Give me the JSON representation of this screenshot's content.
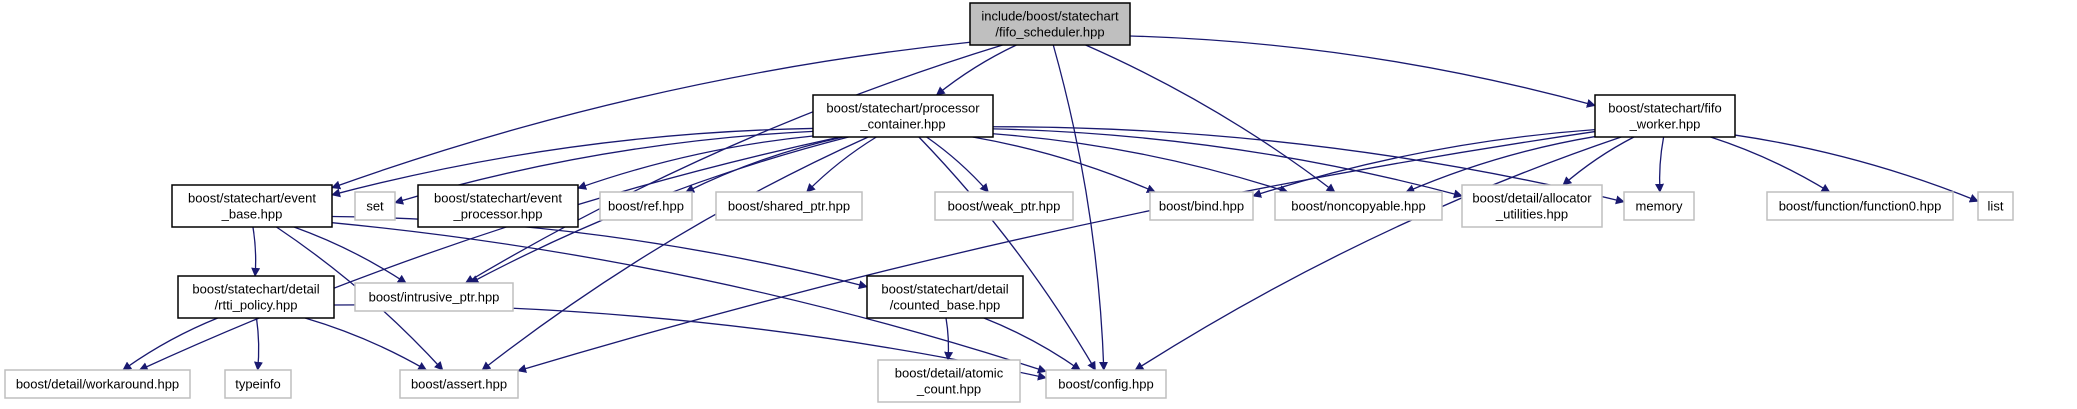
{
  "colors": {
    "edge": "#191970",
    "node_border_internal": "#000000",
    "node_border_external": "#bfbfbf",
    "root_fill": "#bfbfbf",
    "node_fill": "#ffffff"
  },
  "nodes": [
    {
      "id": "root",
      "lines": [
        "include/boost/statechart",
        "/fifo_scheduler.hpp"
      ],
      "kind": "root"
    },
    {
      "id": "processor_container",
      "lines": [
        "boost/statechart/processor",
        "_container.hpp"
      ],
      "kind": "internal"
    },
    {
      "id": "fifo_worker",
      "lines": [
        "boost/statechart/fifo",
        "_worker.hpp"
      ],
      "kind": "internal"
    },
    {
      "id": "event_base",
      "lines": [
        "boost/statechart/event",
        "_base.hpp"
      ],
      "kind": "internal"
    },
    {
      "id": "set",
      "lines": [
        "set"
      ],
      "kind": "external"
    },
    {
      "id": "event_processor",
      "lines": [
        "boost/statechart/event",
        "_processor.hpp"
      ],
      "kind": "internal"
    },
    {
      "id": "ref",
      "lines": [
        "boost/ref.hpp"
      ],
      "kind": "external"
    },
    {
      "id": "shared_ptr",
      "lines": [
        "boost/shared_ptr.hpp"
      ],
      "kind": "external"
    },
    {
      "id": "weak_ptr",
      "lines": [
        "boost/weak_ptr.hpp"
      ],
      "kind": "external"
    },
    {
      "id": "bind",
      "lines": [
        "boost/bind.hpp"
      ],
      "kind": "external"
    },
    {
      "id": "noncopyable",
      "lines": [
        "boost/noncopyable.hpp"
      ],
      "kind": "external"
    },
    {
      "id": "allocator_utilities",
      "lines": [
        "boost/detail/allocator",
        "_utilities.hpp"
      ],
      "kind": "external"
    },
    {
      "id": "memory",
      "lines": [
        "memory"
      ],
      "kind": "external"
    },
    {
      "id": "function0",
      "lines": [
        "boost/function/function0.hpp"
      ],
      "kind": "external"
    },
    {
      "id": "list",
      "lines": [
        "list"
      ],
      "kind": "external"
    },
    {
      "id": "rtti_policy",
      "lines": [
        "boost/statechart/detail",
        "/rtti_policy.hpp"
      ],
      "kind": "internal"
    },
    {
      "id": "intrusive_ptr",
      "lines": [
        "boost/intrusive_ptr.hpp"
      ],
      "kind": "external"
    },
    {
      "id": "counted_base",
      "lines": [
        "boost/statechart/detail",
        "/counted_base.hpp"
      ],
      "kind": "internal"
    },
    {
      "id": "workaround",
      "lines": [
        "boost/detail/workaround.hpp"
      ],
      "kind": "external"
    },
    {
      "id": "typeinfo",
      "lines": [
        "typeinfo"
      ],
      "kind": "external"
    },
    {
      "id": "assert",
      "lines": [
        "boost/assert.hpp"
      ],
      "kind": "external"
    },
    {
      "id": "atomic_count",
      "lines": [
        "boost/detail/atomic",
        "_count.hpp"
      ],
      "kind": "external"
    },
    {
      "id": "config",
      "lines": [
        "boost/config.hpp"
      ],
      "kind": "external"
    }
  ],
  "edges": [
    [
      "root",
      "processor_container"
    ],
    [
      "root",
      "fifo_worker"
    ],
    [
      "root",
      "event_base"
    ],
    [
      "root",
      "intrusive_ptr"
    ],
    [
      "root",
      "noncopyable"
    ],
    [
      "root",
      "config"
    ],
    [
      "processor_container",
      "event_base"
    ],
    [
      "processor_container",
      "set"
    ],
    [
      "processor_container",
      "event_processor"
    ],
    [
      "processor_container",
      "ref"
    ],
    [
      "processor_container",
      "shared_ptr"
    ],
    [
      "processor_container",
      "weak_ptr"
    ],
    [
      "processor_container",
      "bind"
    ],
    [
      "processor_container",
      "noncopyable"
    ],
    [
      "processor_container",
      "allocator_utilities"
    ],
    [
      "processor_container",
      "memory"
    ],
    [
      "processor_container",
      "intrusive_ptr"
    ],
    [
      "processor_container",
      "workaround"
    ],
    [
      "processor_container",
      "assert"
    ],
    [
      "processor_container",
      "config"
    ],
    [
      "fifo_worker",
      "bind"
    ],
    [
      "fifo_worker",
      "noncopyable"
    ],
    [
      "fifo_worker",
      "allocator_utilities"
    ],
    [
      "fifo_worker",
      "memory"
    ],
    [
      "fifo_worker",
      "function0"
    ],
    [
      "fifo_worker",
      "list"
    ],
    [
      "fifo_worker",
      "assert"
    ],
    [
      "fifo_worker",
      "config"
    ],
    [
      "event_base",
      "rtti_policy"
    ],
    [
      "event_base",
      "intrusive_ptr"
    ],
    [
      "event_base",
      "counted_base"
    ],
    [
      "event_base",
      "assert"
    ],
    [
      "event_base",
      "config"
    ],
    [
      "rtti_policy",
      "workaround"
    ],
    [
      "rtti_policy",
      "typeinfo"
    ],
    [
      "rtti_policy",
      "assert"
    ],
    [
      "rtti_policy",
      "config"
    ],
    [
      "counted_base",
      "atomic_count"
    ],
    [
      "counted_base",
      "config"
    ]
  ]
}
